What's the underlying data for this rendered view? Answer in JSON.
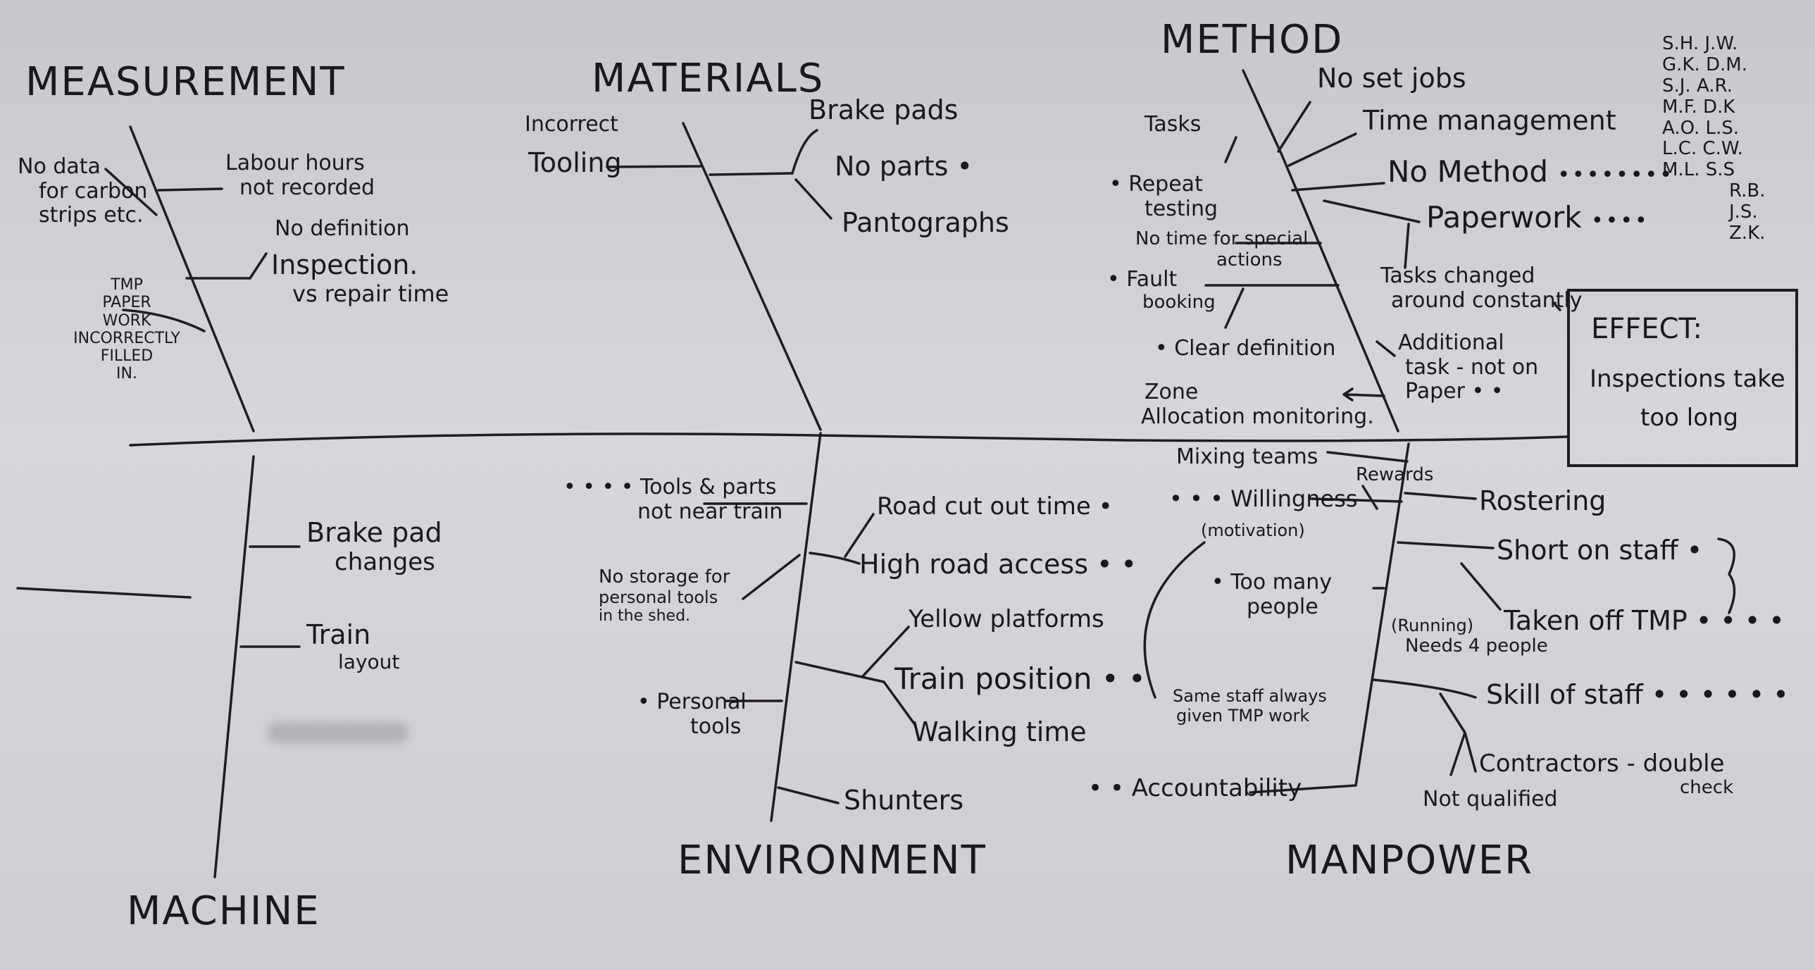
{
  "categories": {
    "measurement": "MEASUREMENT",
    "materials": "MATERIALS",
    "method": "METHOD",
    "machine": "MACHINE",
    "environment": "ENVIRONMENT",
    "manpower": "MANPOWER"
  },
  "effect": {
    "label": "EFFECT:",
    "line1": "Inspections take",
    "line2": "too long"
  },
  "initials": [
    "S.H.  J.W.",
    "G.K.  D.M.",
    "S.J.  A.R.",
    "M.F.  D.K",
    "A.O.  L.S.",
    "L.C.  C.W.",
    "M.L.  S.S",
    "R.B.",
    "J.S.",
    "Z.K."
  ],
  "measurement": {
    "no_data": [
      "No data",
      "for carbon",
      "strips etc."
    ],
    "labour": [
      "Labour hours",
      "not recorded"
    ],
    "no_def": "No definition",
    "inspection": [
      "Inspection.",
      "vs repair time"
    ],
    "paperwork": [
      "TMP",
      "PAPER",
      "WORK",
      "INCORRECTLY",
      "FILLED",
      "IN."
    ]
  },
  "materials": {
    "incorrect": "Incorrect",
    "tooling": "Tooling",
    "brake_pads": "Brake pads",
    "no_parts": "No parts •",
    "pantographs": "Pantographs"
  },
  "method": {
    "no_set_jobs": "No set jobs",
    "tasks": "Tasks",
    "time_mgmt": "Time management",
    "no_method": "No Method",
    "no_method_dots": "••••••••",
    "paperwork": "Paperwork",
    "paperwork_dots": "••••",
    "repeat": [
      "• Repeat",
      "testing"
    ],
    "no_time": [
      "No time for special",
      "actions"
    ],
    "fault": [
      "• Fault",
      "booking"
    ],
    "tasks_changed": [
      "Tasks changed",
      "around constantly"
    ],
    "clear_def": "• Clear definition",
    "additional": [
      "Additional",
      "task - not on",
      "Paper • •"
    ],
    "zone": [
      "Zone",
      "Allocation monitoring."
    ]
  },
  "machine": {
    "brake_pad": [
      "Brake pad",
      "changes"
    ],
    "train": [
      "Train",
      "layout"
    ]
  },
  "environment": {
    "tools_parts": [
      "• • • •  Tools & parts",
      "not near train"
    ],
    "road_cut": "Road cut out time •",
    "high_road": "High road access • •",
    "no_storage": [
      "No storage for",
      "personal tools",
      "in the shed."
    ],
    "yellow": "Yellow platforms",
    "train_pos": "Train position • •",
    "walking": "Walking time",
    "personal": [
      "• Personal",
      "tools"
    ],
    "shunters": "Shunters"
  },
  "manpower": {
    "mixing": "Mixing teams",
    "rewards": "Rewards",
    "willingness": "• • • Willingness",
    "motivation": "(motivation)",
    "rostering": "Rostering",
    "short": "Short on staff •",
    "brace_dot": "} •",
    "too_many": [
      "• Too many",
      "people"
    ],
    "taken_off": "Taken off TMP • • • •",
    "running": [
      "(Running)",
      "Needs 4 people"
    ],
    "same_staff": [
      "Same staff always",
      "given TMP work"
    ],
    "skill": "Skill of staff • • • • • •",
    "contractors": [
      "Contractors - double",
      "check"
    ],
    "not_qualified": "Not qualified",
    "accountability": "• • Accountability"
  }
}
